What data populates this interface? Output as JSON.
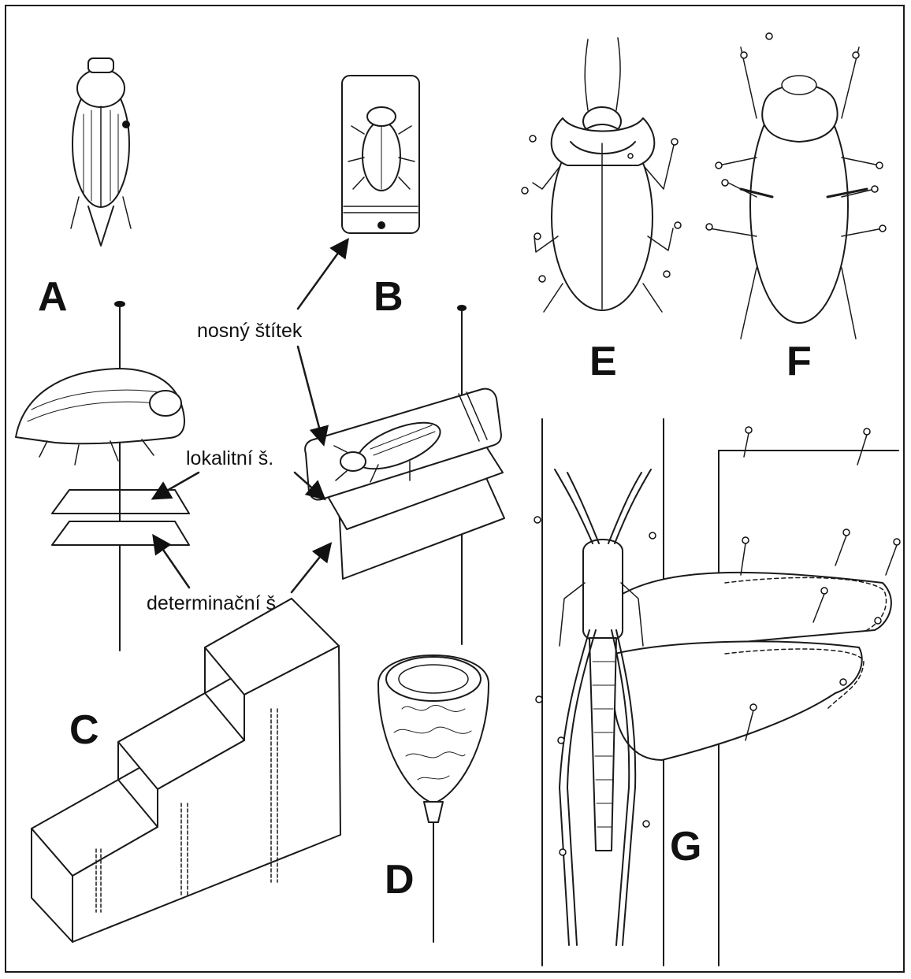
{
  "panels": {
    "a": "A",
    "b": "B",
    "c": "C",
    "d": "D",
    "e": "E",
    "f": "F",
    "g": "G"
  },
  "labels": {
    "carrier_label": "nosný štítek",
    "locality_label": "lokalitní š.",
    "determination_label": "determinační š."
  }
}
